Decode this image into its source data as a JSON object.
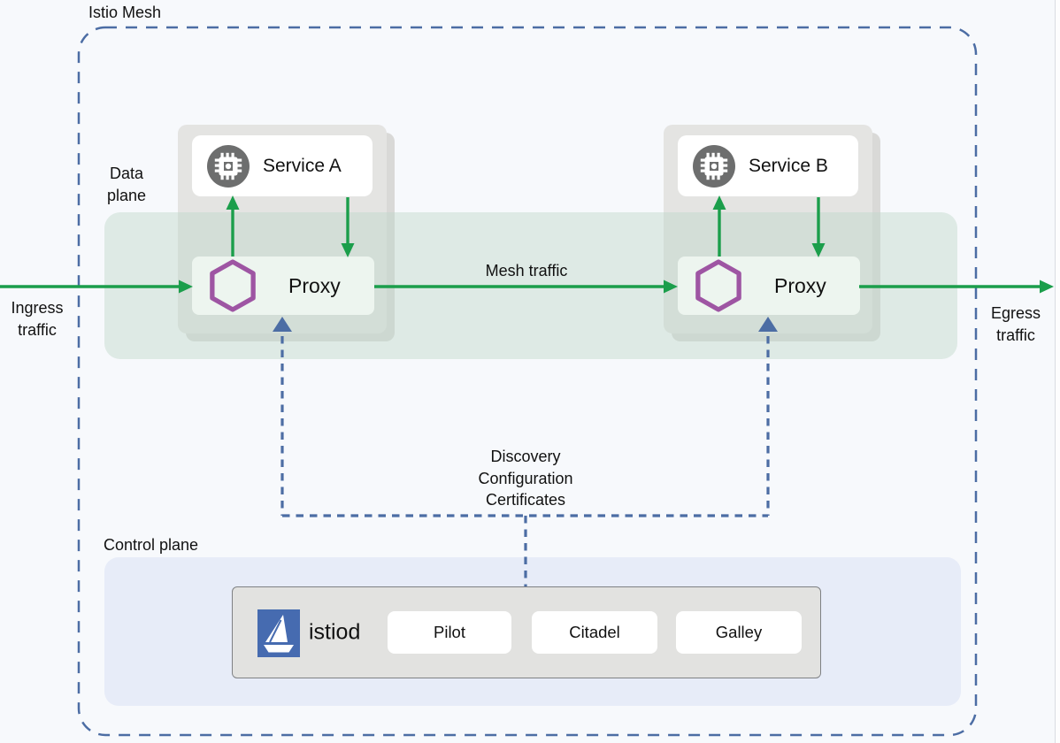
{
  "colors": {
    "background": "#f7f9fc",
    "mesh_border_blue": "#4c6da4",
    "arrow_green": "#1b9e4b",
    "hexagon_purple": "#9e55a3",
    "istio_blue": "#466bb0",
    "icon_gray": "#6d6e6e",
    "data_plane_band": "rgba(191,215,202,0.45)",
    "proxy_fill": "#edf5ef",
    "card_gray_front": "#e4e4e2",
    "card_gray_back": "#d9d9d7",
    "control_plane_fill": "#e7ecf8",
    "istiod_fill": "#e2e2e0",
    "istiod_border": "#7f8184",
    "text": "#111111"
  },
  "mesh": {
    "label": "Istio Mesh"
  },
  "data_plane": {
    "label_line1": "Data",
    "label_line2": "plane"
  },
  "control_plane": {
    "label": "Control plane"
  },
  "traffic": {
    "ingress_line1": "Ingress",
    "ingress_line2": "traffic",
    "egress_line1": "Egress",
    "egress_line2": "traffic",
    "mesh_label": "Mesh traffic"
  },
  "connector": {
    "line1": "Discovery",
    "line2": "Configuration",
    "line3": "Certificates"
  },
  "services": {
    "a": {
      "label": "Service A",
      "proxy_label": "Proxy"
    },
    "b": {
      "label": "Service B",
      "proxy_label": "Proxy"
    }
  },
  "istiod": {
    "label": "istiod",
    "components": [
      {
        "label": "Pilot"
      },
      {
        "label": "Citadel"
      },
      {
        "label": "Galley"
      }
    ]
  },
  "icons": {
    "service": "chip-icon",
    "proxy": "hexagon-icon",
    "istiod": "sailboat-icon"
  }
}
